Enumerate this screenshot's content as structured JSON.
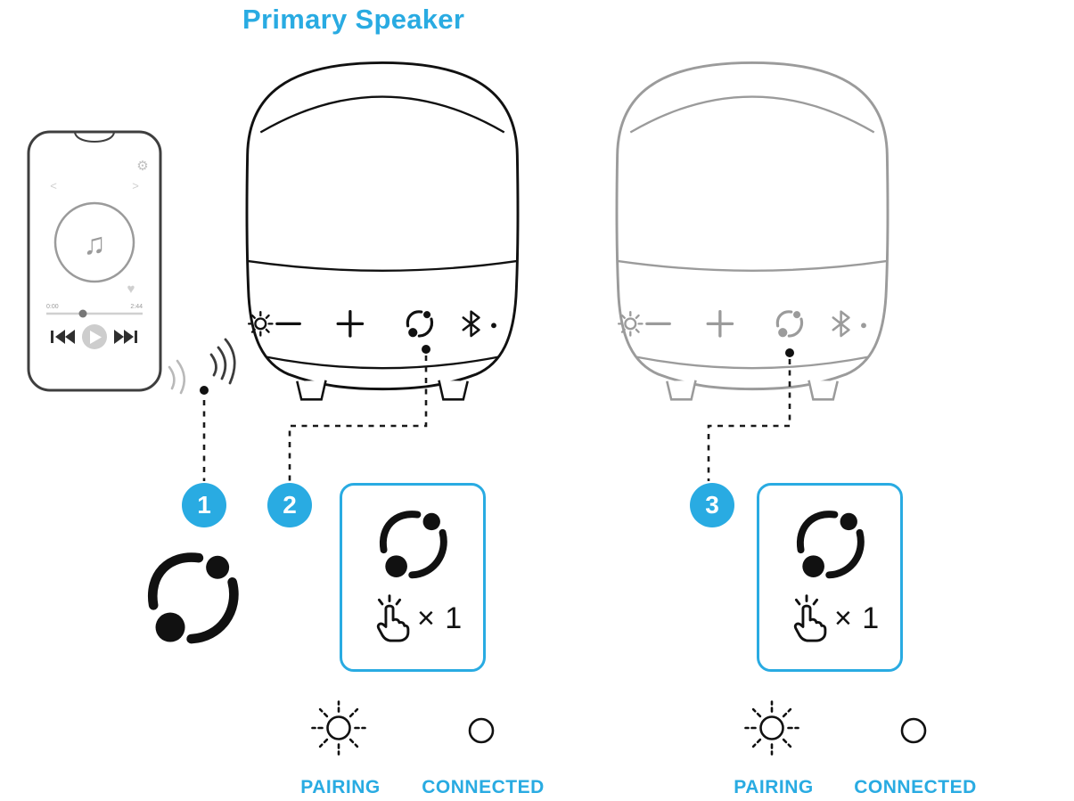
{
  "title": "Primary Speaker",
  "colors": {
    "accent": "#29ABE2",
    "ink": "#111111",
    "speaker_secondary": "#9b9b9b"
  },
  "steps": {
    "one": "1",
    "two": "2",
    "three": "3"
  },
  "phone": {
    "time_elapsed": "0:00",
    "time_total": "2:44",
    "icons": [
      "settings-gear",
      "back-chevron",
      "forward-chevron",
      "music-note",
      "heart",
      "progress-slider",
      "previous-track",
      "play",
      "next-track"
    ]
  },
  "speaker_buttons": [
    "brightness",
    "volume-down",
    "volume-up",
    "tws-link",
    "bluetooth"
  ],
  "instruction": {
    "tws_icon": "tws-link",
    "tap_icon": "hand-tap",
    "tap_count": "× 1"
  },
  "status": {
    "pairing_label": "PAIRING",
    "connected_label": "CONNECTED"
  }
}
